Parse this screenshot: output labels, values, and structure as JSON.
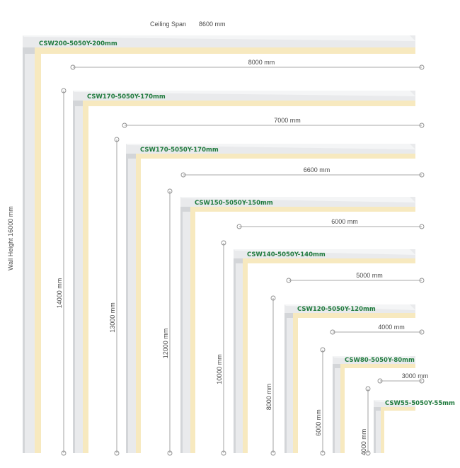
{
  "header": {
    "span_label": "Ceiling Span",
    "span_value": "8600 mm",
    "wall_height_label": "Wall Height 16000 mm"
  },
  "colors": {
    "panel_face": "#e9eaec",
    "panel_shadow": "#d3d5d8",
    "insulation": "#f7e9bf",
    "label_green": "#1f7a3d",
    "dimension_line": "#8c8c8c"
  },
  "panels": [
    {
      "code": "CSW200-5050Y-200mm",
      "span": "8000 mm",
      "height": "14000 mm"
    },
    {
      "code": "CSW170-5050Y-170mm",
      "span": "7000 mm",
      "height": "13000 mm"
    },
    {
      "code": "CSW170-5050Y-170mm",
      "span": "6600 mm",
      "height": "12000 mm"
    },
    {
      "code": "CSW150-5050Y-150mm",
      "span": "6000 mm",
      "height": "10000 mm"
    },
    {
      "code": "CSW140-5050Y-140mm",
      "span": "5000 mm",
      "height": "8000 mm"
    },
    {
      "code": "CSW120-5050Y-120mm",
      "span": "4000 mm",
      "height": "6000 mm"
    },
    {
      "code": "CSW80-5050Y-80mm",
      "span": "3000 mm",
      "height": "4000 mm"
    },
    {
      "code": "CSW55-5050Y-55mm",
      "span": "",
      "height": ""
    }
  ]
}
